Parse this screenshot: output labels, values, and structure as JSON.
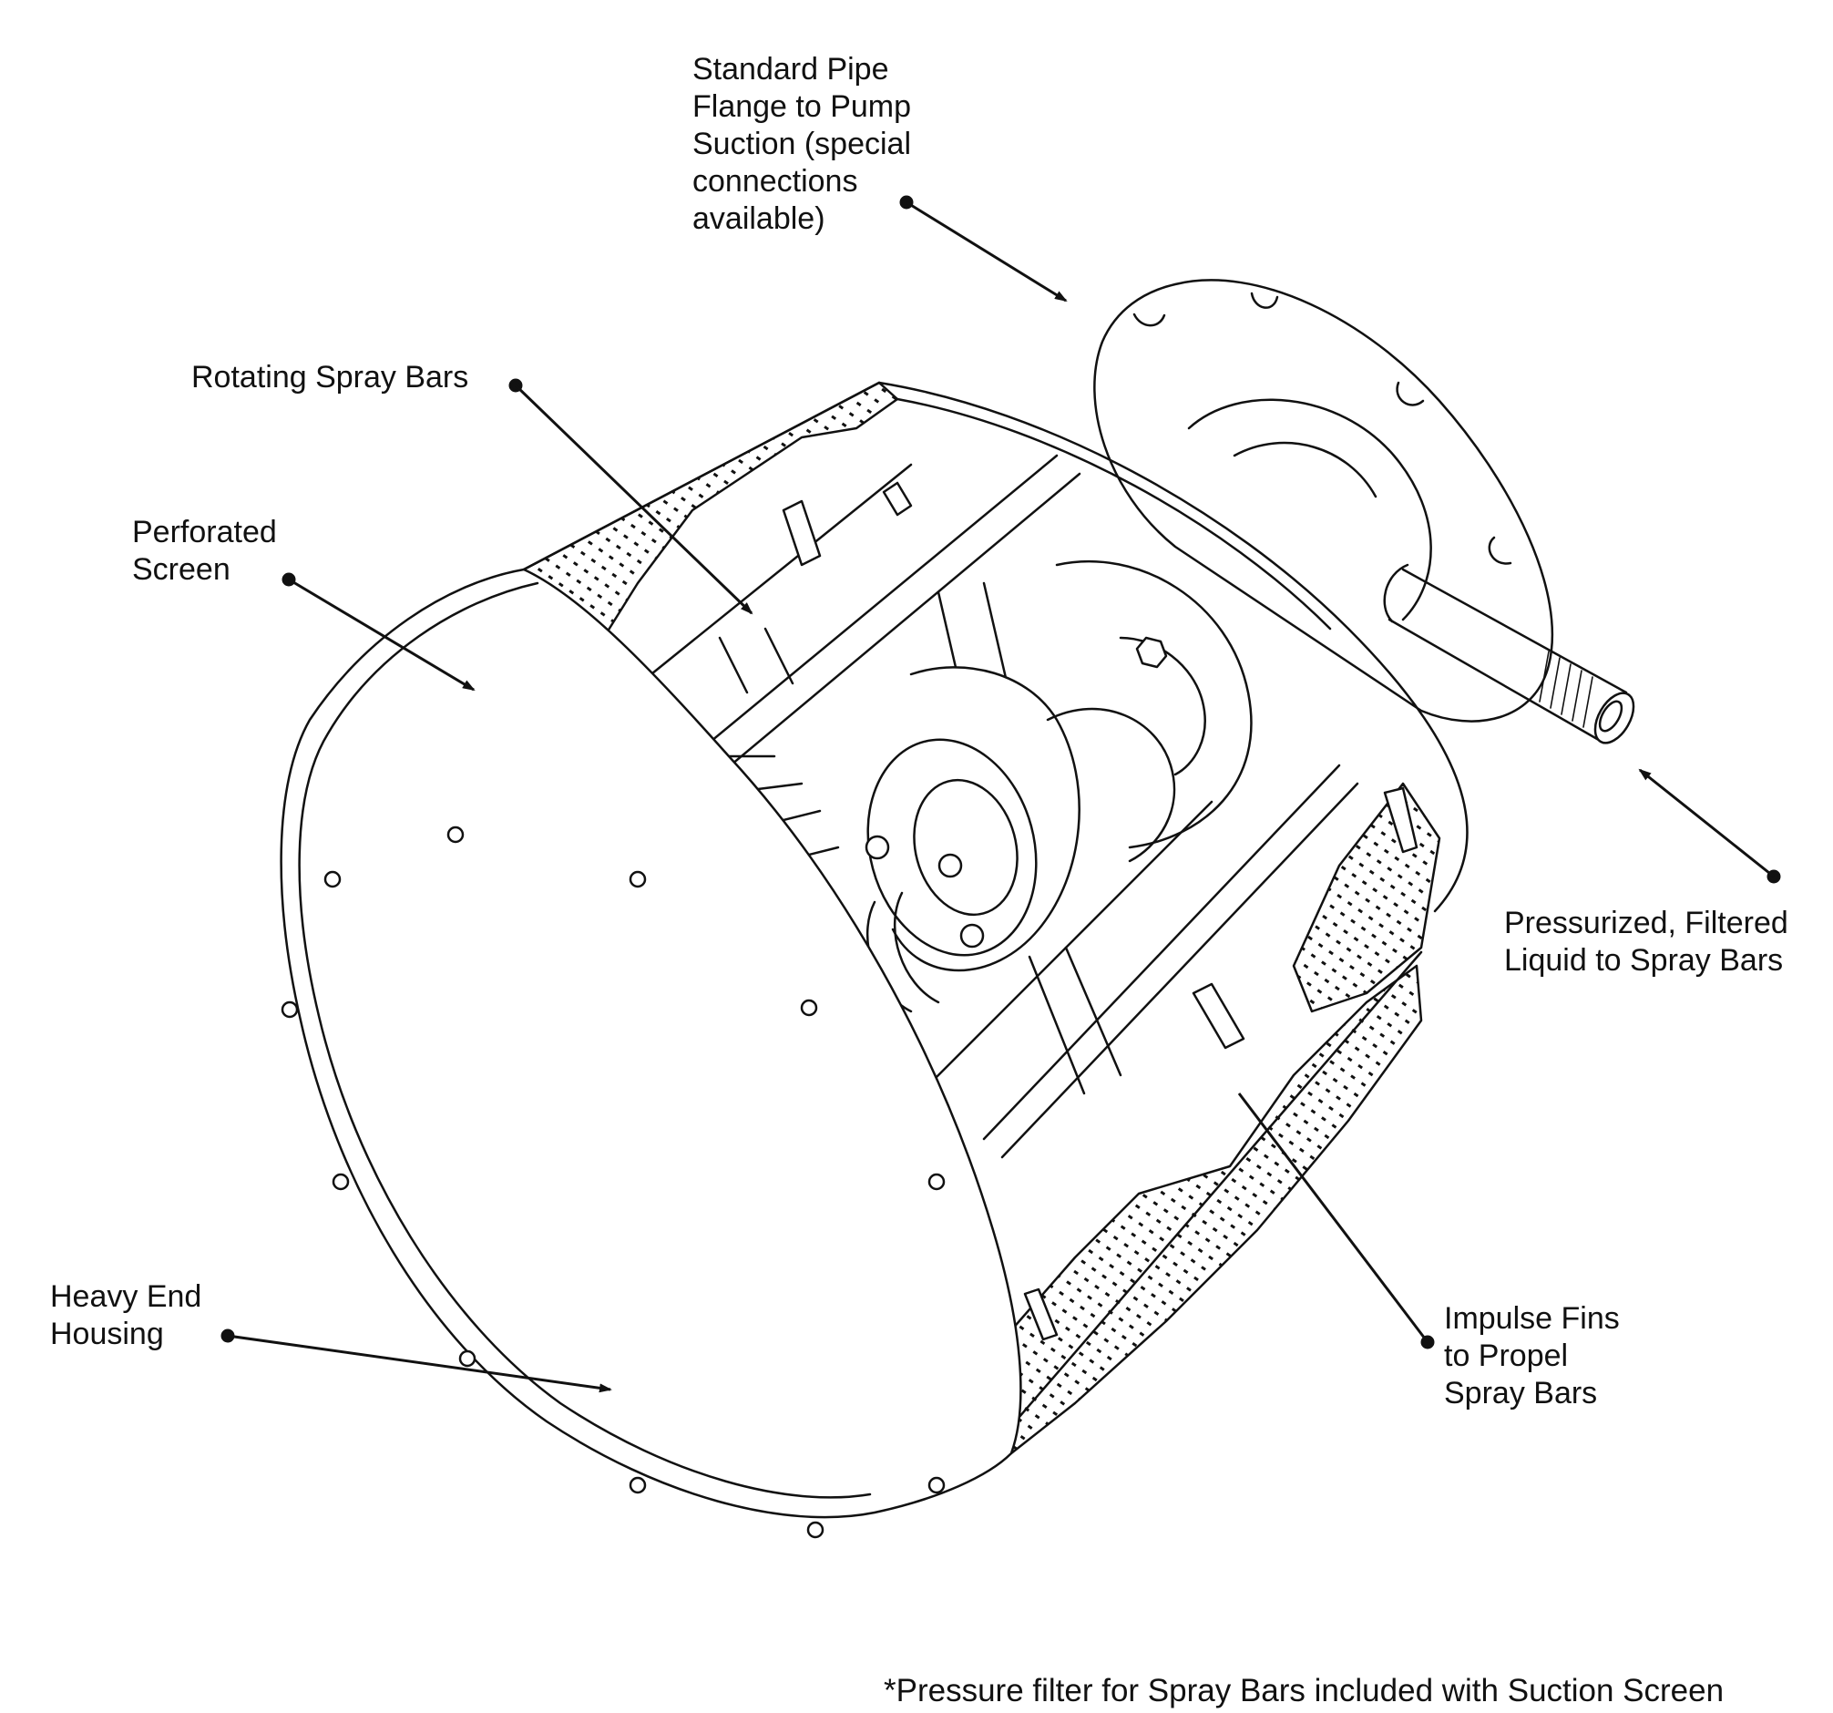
{
  "callouts": {
    "flange": {
      "lines": [
        "Standard Pipe",
        "Flange to Pump",
        "Suction (special",
        "connections",
        "available)"
      ]
    },
    "spray_bars": {
      "lines": [
        "Rotating Spray Bars"
      ]
    },
    "screen": {
      "lines": [
        "Perforated",
        "Screen"
      ]
    },
    "pressurized": {
      "lines": [
        "Pressurized, Filtered",
        "Liquid to Spray Bars"
      ]
    },
    "impulse": {
      "lines": [
        "Impulse Fins",
        "to Propel",
        "Spray Bars"
      ]
    },
    "housing": {
      "lines": [
        "Heavy End",
        "Housing"
      ]
    }
  },
  "footnote": "*Pressure filter for Spray Bars included with Suction Screen",
  "colors": {
    "ink": "#111111",
    "paper": "#ffffff"
  }
}
